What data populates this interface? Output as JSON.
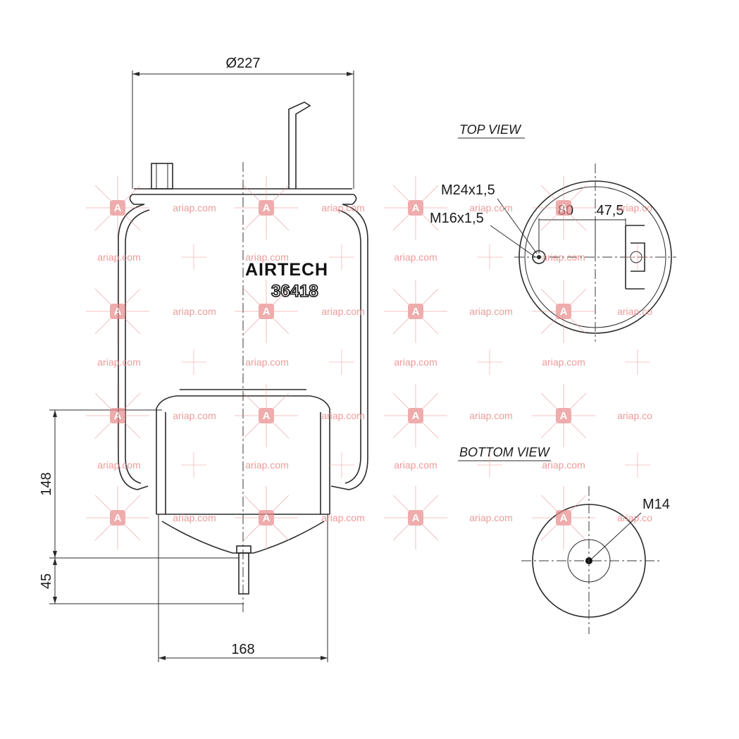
{
  "dimensions": {
    "top_diameter": "Ø227",
    "height_body": "148",
    "height_stud": "45",
    "piston_diameter": "168",
    "offset_a": "80",
    "offset_b": "47,5"
  },
  "threads": {
    "air_inlet": "M24x1,5",
    "top_stud": "M16x1,5",
    "bottom_stud": "M14"
  },
  "views": {
    "top": "TOP VIEW",
    "bottom": "BOTTOM VIEW"
  },
  "brand": {
    "name": "AIRTECH",
    "part_number": "36418"
  },
  "watermark": {
    "text": "ariap.com",
    "text_clipped": "ariap.co",
    "badge_letter": "A",
    "color": "#e98a8a"
  }
}
